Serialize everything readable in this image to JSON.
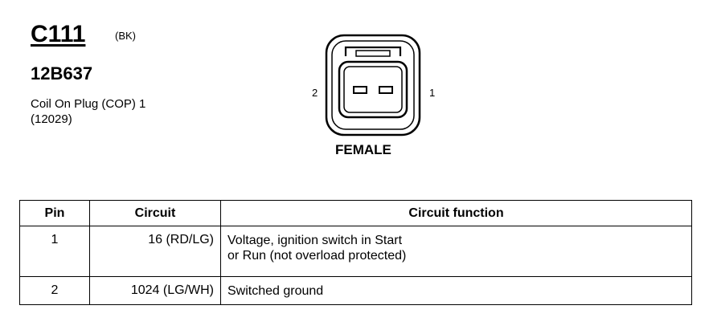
{
  "connector": {
    "id": "C111",
    "color_code": "(BK)",
    "part_number": "12B637",
    "description_line1": "Coil On Plug (COP) 1",
    "description_line2": "(12029)"
  },
  "diagram": {
    "pin_left_label": "2",
    "pin_right_label": "1",
    "gender": "FEMALE"
  },
  "table": {
    "headers": {
      "pin": "Pin",
      "circuit": "Circuit",
      "function": "Circuit function"
    },
    "rows": [
      {
        "pin": "1",
        "circuit": "16 (RD/LG)",
        "function_line1": "Voltage, ignition switch in Start",
        "function_line2": "or Run (not overload protected)"
      },
      {
        "pin": "2",
        "circuit": "1024 (LG/WH)",
        "function_line1": "Switched ground"
      }
    ]
  }
}
